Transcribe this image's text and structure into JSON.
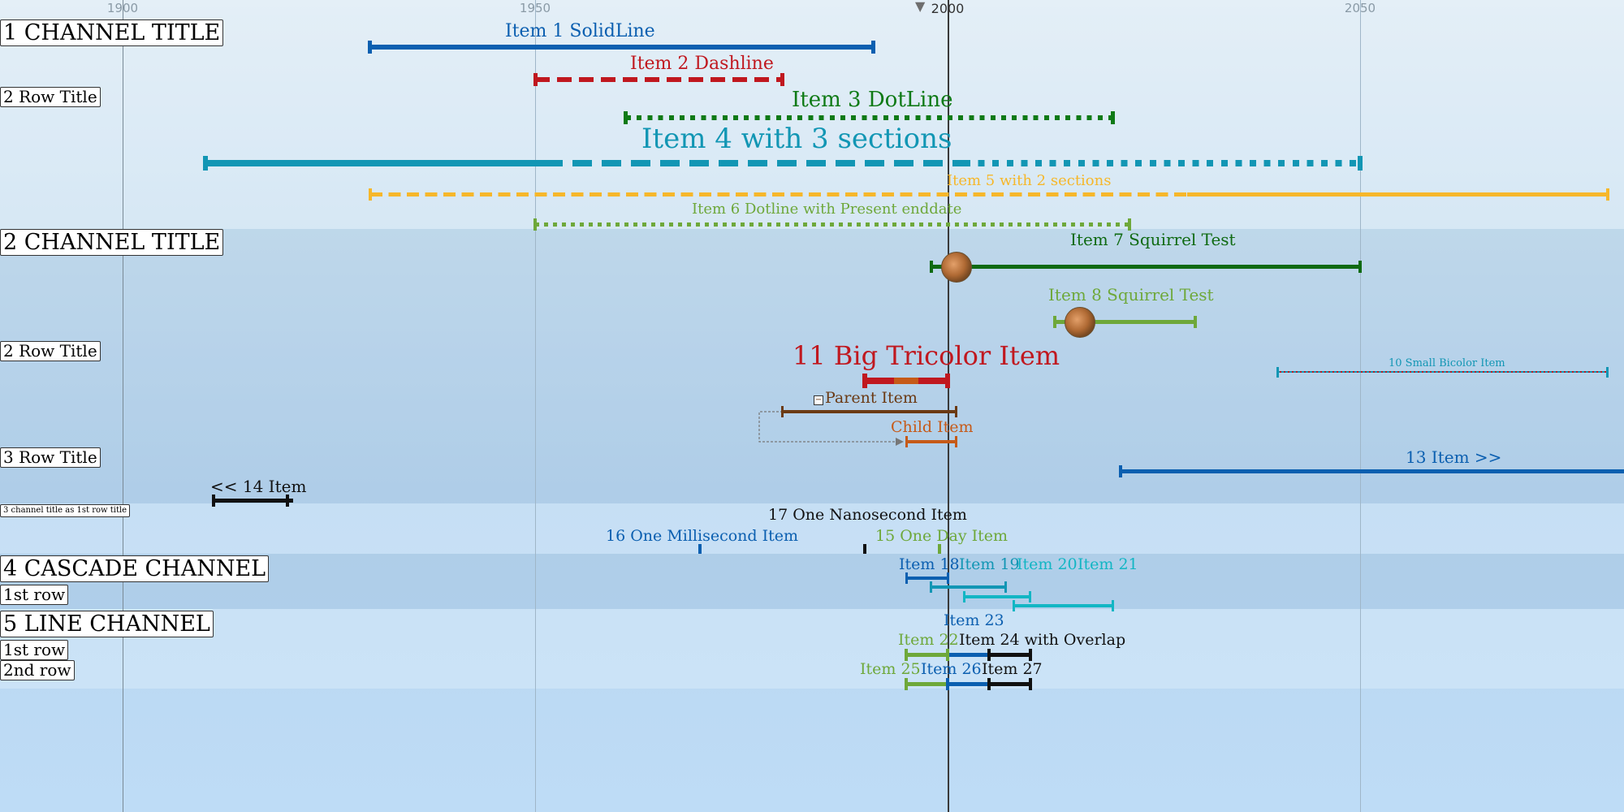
{
  "axis": {
    "ticks": [
      {
        "label": "1900",
        "year": 1900,
        "major": true
      },
      {
        "label": "1950",
        "year": 1950,
        "major": false
      },
      {
        "label": "2000",
        "year": 2000,
        "major": false,
        "now": true
      },
      {
        "label": "2050",
        "year": 2050,
        "major": false
      }
    ],
    "now_year": 1996
  },
  "colors": {
    "blue": "#0b5fb0",
    "red": "#c0181f",
    "green": "#0f7a16",
    "teal": "#1296b4",
    "yellow": "#f6b72a",
    "olive": "#6ea83a",
    "brown": "#6b3a14",
    "orange": "#c65a18",
    "cyan": "#12b6c4",
    "black": "#111111",
    "dkgreen": "#0f6a12"
  },
  "titles": [
    {
      "name": "channel-title-1",
      "text": "1 CHANNEL TITLE",
      "kind": "ch"
    },
    {
      "name": "row-title-1",
      "text": "2 Row Title",
      "kind": "row"
    },
    {
      "name": "channel-title-2",
      "text": "2 CHANNEL TITLE",
      "kind": "ch"
    },
    {
      "name": "row-title-2",
      "text": "2 Row Title",
      "kind": "row"
    },
    {
      "name": "row-title-3",
      "text": "3 Row Title",
      "kind": "row"
    },
    {
      "name": "channel-title-3",
      "text": "3 channel title as 1st row title",
      "kind": "mini"
    },
    {
      "name": "channel-title-4",
      "text": "4 CASCADE CHANNEL",
      "kind": "ch"
    },
    {
      "name": "row-title-4-1",
      "text": "1st row",
      "kind": "row"
    },
    {
      "name": "channel-title-5",
      "text": "5 LINE CHANNEL",
      "kind": "ch"
    },
    {
      "name": "row-title-5-1",
      "text": "1st row",
      "kind": "row"
    },
    {
      "name": "row-title-5-2",
      "text": "2nd row",
      "kind": "row"
    }
  ],
  "items": [
    {
      "name": "item-1",
      "label": "Item 1 SolidLine",
      "color": "blue",
      "start": 1930,
      "end": 1991,
      "segments": [
        {
          "from": 1930,
          "to": 1991,
          "style": "solid",
          "color": "blue"
        }
      ]
    },
    {
      "name": "item-2",
      "label": "Item 2 Dashline",
      "color": "red",
      "start": 1950,
      "end": 1980,
      "segments": [
        {
          "from": 1950,
          "to": 1980,
          "style": "dashed",
          "color": "red"
        }
      ]
    },
    {
      "name": "item-3",
      "label": "Item 3 DotLine",
      "color": "green",
      "start": 1961,
      "end": 2020,
      "segments": [
        {
          "from": 1961,
          "to": 2020,
          "style": "dotted",
          "color": "green"
        }
      ]
    },
    {
      "name": "item-4",
      "label": "Item 4 with 3 sections",
      "color": "teal",
      "start": 1910,
      "end": 2050,
      "segments": [
        {
          "from": 1910,
          "to": 1951,
          "style": "solid",
          "color": "teal"
        },
        {
          "from": 1951,
          "to": 2002,
          "style": "dashed",
          "color": "teal"
        },
        {
          "from": 2002,
          "to": 2050,
          "style": "dotted",
          "color": "teal"
        }
      ]
    },
    {
      "name": "item-5",
      "label": "Item 5 with 2 sections",
      "color": "yellow",
      "start": 1930,
      "end": 2080,
      "segments": [
        {
          "from": 1930,
          "to": 2029,
          "style": "dashed",
          "color": "yellow"
        },
        {
          "from": 2029,
          "to": 2080,
          "style": "solid",
          "color": "yellow"
        }
      ]
    },
    {
      "name": "item-6",
      "label": "Item 6 Dotline with Present enddate",
      "color": "olive",
      "start": 1950,
      "end": 2022,
      "segments": [
        {
          "from": 1950,
          "to": 2022,
          "style": "dotted",
          "color": "olive"
        }
      ]
    },
    {
      "name": "item-7",
      "label": "Item 7 Squirrel Test",
      "color": "dkgreen",
      "start": 1998,
      "end": 2050,
      "segments": [
        {
          "from": 1998,
          "to": 2050,
          "style": "solid",
          "color": "dkgreen"
        }
      ],
      "icon": true
    },
    {
      "name": "item-8",
      "label": "Item 8 Squirrel Test",
      "color": "olive",
      "start": 2013,
      "end": 2030,
      "segments": [
        {
          "from": 2013,
          "to": 2030,
          "style": "solid",
          "color": "olive"
        }
      ],
      "icon": true
    },
    {
      "name": "item-10",
      "label": "10 Small Bicolor Item",
      "color": "teal",
      "start": 2040,
      "end": 2080,
      "segments": [
        {
          "from": 2040,
          "to": 2080,
          "style": "bicolor",
          "color": "teal"
        }
      ]
    },
    {
      "name": "item-11",
      "label": "11 Big Tricolor Item",
      "color": "red",
      "start": 1990,
      "end": 2000,
      "segments": [
        {
          "from": 1990,
          "to": 1993.5,
          "style": "solid",
          "color": "red"
        },
        {
          "from": 1993.5,
          "to": 1996.5,
          "style": "solid",
          "color": "orange"
        },
        {
          "from": 1996.5,
          "to": 2000,
          "style": "solid",
          "color": "red"
        }
      ]
    },
    {
      "name": "item-parent",
      "label": "Parent Item",
      "color": "brown",
      "start": 1980,
      "end": 2001,
      "segments": [
        {
          "from": 1980,
          "to": 2001,
          "style": "solid",
          "color": "brown"
        }
      ],
      "toggle": "⊟"
    },
    {
      "name": "item-child",
      "label": "Child Item",
      "color": "orange",
      "start": 1995,
      "end": 2001,
      "segments": [
        {
          "from": 1995,
          "to": 2001,
          "style": "solid",
          "color": "orange"
        }
      ]
    },
    {
      "name": "item-13",
      "label": "13 Item >>",
      "color": "blue",
      "start": 2021,
      "end": 2090,
      "segments": [
        {
          "from": 2021,
          "to": 2090,
          "style": "solid",
          "color": "blue"
        }
      ]
    },
    {
      "name": "item-14",
      "label": "<< 14 Item",
      "color": "black",
      "start": 1911,
      "end": 1920,
      "segments": [
        {
          "from": 1911,
          "to": 1920.7,
          "style": "solid",
          "color": "black"
        }
      ]
    },
    {
      "name": "item-17",
      "label": "17 One Nanosecond Item",
      "color": "black",
      "start": 1990,
      "end": 1990
    },
    {
      "name": "item-16",
      "label": "16 One Millisecond Item",
      "color": "blue",
      "start": 1970,
      "end": 1970
    },
    {
      "name": "item-15",
      "label": "15 One Day Item",
      "color": "olive",
      "start": 1999,
      "end": 1999
    },
    {
      "name": "item-18",
      "label": "Item 18",
      "color": "blue",
      "start": 1995,
      "end": 2000
    },
    {
      "name": "item-19",
      "label": "Item 19",
      "color": "teal",
      "start": 1998,
      "end": 2007
    },
    {
      "name": "item-20",
      "label": "Item 20",
      "color": "cyan",
      "start": 2002,
      "end": 2010
    },
    {
      "name": "item-21",
      "label": "Item 21",
      "color": "cyan",
      "start": 2008,
      "end": 2020
    },
    {
      "name": "item-23",
      "label": "Item 23",
      "color": "blue",
      "start": 2000,
      "end": 2005
    },
    {
      "name": "item-22",
      "label": "Item 22",
      "color": "olive",
      "start": 1995,
      "end": 2000
    },
    {
      "name": "item-24",
      "label": "Item 24 with Overlap",
      "color": "black",
      "start": 2005,
      "end": 2010
    },
    {
      "name": "item-25",
      "label": "Item 25",
      "color": "olive",
      "start": 1995,
      "end": 2000
    },
    {
      "name": "item-26",
      "label": "Item 26",
      "color": "blue",
      "start": 2000,
      "end": 2005
    },
    {
      "name": "item-27",
      "label": "Item 27",
      "color": "black",
      "start": 2005,
      "end": 2010
    }
  ]
}
